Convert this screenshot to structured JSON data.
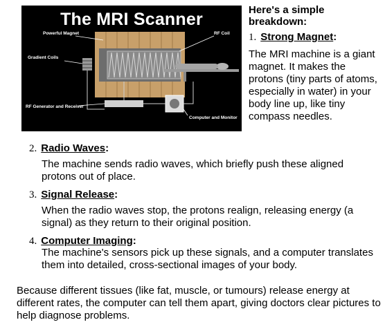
{
  "diagram": {
    "title": "The MRI Scanner",
    "labels": {
      "magnet": "Powerful Magnet",
      "rf_coil": "RF Coil",
      "gradient": "Gradient Coils",
      "rf_gen": "RF Generator and Receiver",
      "computer": "Computer and Monitor"
    }
  },
  "intro": {
    "line1": "Here's a simple",
    "line2": "breakdown:"
  },
  "steps": [
    {
      "number": "1.",
      "title": "Strong Magnet",
      "text": "The MRI machine is a giant magnet.  It makes the protons (tiny parts of atoms, especially in water) in your body line up, like tiny compass needles."
    },
    {
      "number": "2.",
      "title": "Radio Waves",
      "text": "The machine sends radio waves, which briefly push these aligned protons out of place."
    },
    {
      "number": "3.",
      "title": "Signal Release",
      "text": "When the radio waves stop, the protons realign, releasing energy (a signal) as they return to their original position."
    },
    {
      "number": "4.",
      "title": "Computer Imaging",
      "text": "The machine's sensors pick up these signals, and a computer translates them into detailed, cross-sectional images of your body."
    }
  ],
  "colon": ":",
  "closing": "Because different tissues (like fat, muscle, or tumours) release energy at different rates, the computer can tell them apart, giving doctors clear pictures to help diagnose problems."
}
